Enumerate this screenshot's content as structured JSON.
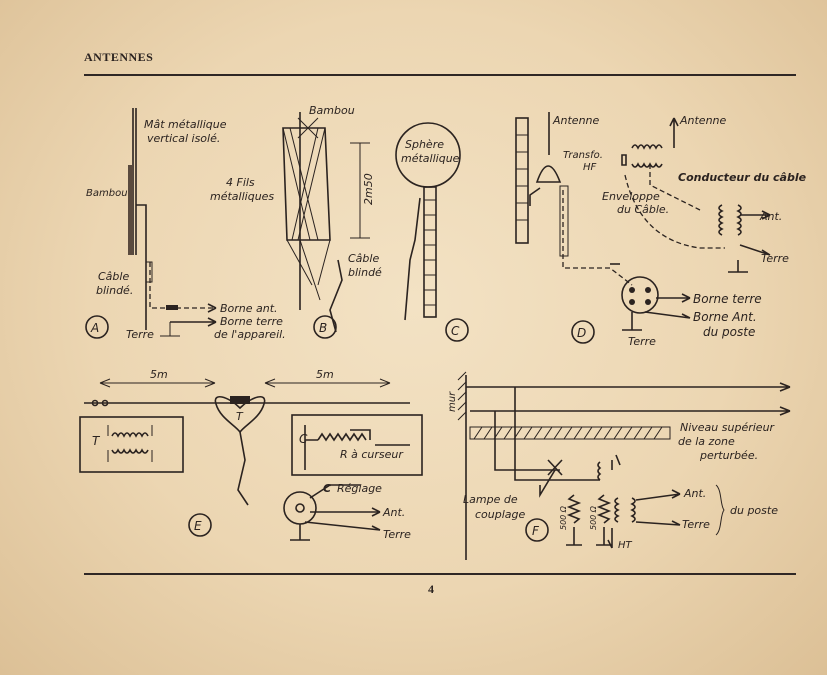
{
  "page": {
    "title": "ANTENNES",
    "number": "4"
  },
  "figures": {
    "A": {
      "letter": "A",
      "mast": [
        "Mât métallique",
        "vertical isolé."
      ],
      "bamboo": "Bambou",
      "cable": [
        "Câble",
        "blindé."
      ],
      "terminal_ant": "Borne ant.",
      "ground": "Terre",
      "terminal_ground": [
        "Borne terre",
        "de l'appareil."
      ]
    },
    "B": {
      "letter": "B",
      "bamboo": "Bambou",
      "wires": [
        "4 Fils",
        "métalliques"
      ],
      "height": "2m50"
    },
    "C": {
      "letter": "C",
      "sphere": [
        "Sphère",
        "métallique"
      ],
      "cable": [
        "Câble",
        "blindé"
      ]
    },
    "D": {
      "letter": "D",
      "antenna_left": "Antenne",
      "transfo": [
        "Transfo.",
        "HF"
      ],
      "antenna_right": "Antenne",
      "cable_conductor": "Conducteur du câble",
      "cable_sheath": [
        "Enveloppe",
        "du Câble."
      ],
      "ant": "Ant.",
      "ground": "Terre",
      "terminal_ground": "Borne terre",
      "terminal_ant": [
        "Borne Ant.",
        "du poste"
      ],
      "ground_bottom": "Terre"
    },
    "E": {
      "letter": "E",
      "dist_left": "5m",
      "dist_right": "5m",
      "t_label": "T",
      "t_box_label": "T",
      "c_label": "C",
      "rheostat": "R à curseur",
      "knob_label": "C",
      "adjust": "Réglage",
      "ant": "Ant.",
      "ground": "Terre"
    },
    "F": {
      "letter": "F",
      "wall": "mur",
      "level": [
        "Niveau supérieur",
        "de la zone",
        "perturbée."
      ],
      "lamp": [
        "Lampe de",
        "couplage"
      ],
      "r1": "500 Ω",
      "r2": "500 Ω",
      "ht": "HT",
      "ant": "Ant.",
      "ground": "Terre",
      "set": "du poste"
    }
  },
  "colors": {
    "paper": "#ecd6b2",
    "ink": "#2b2320"
  }
}
